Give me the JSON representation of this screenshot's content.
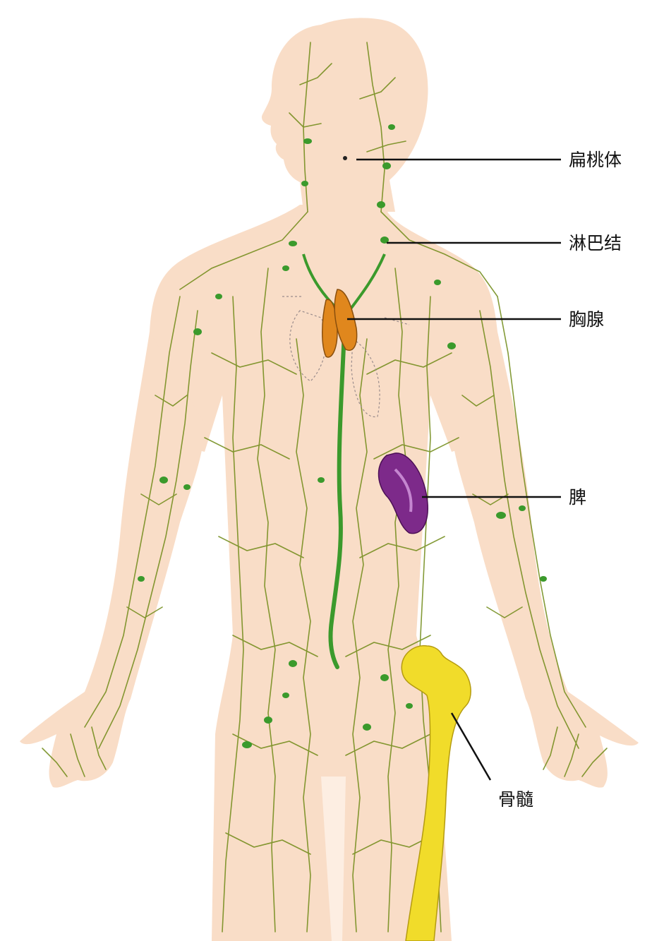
{
  "labels": {
    "tonsil": "扁桃体",
    "lymph_node": "淋巴结",
    "thymus": "胸腺",
    "spleen": "脾",
    "bone_marrow": "骨髓"
  },
  "colors": {
    "skin": "#f9ddc7",
    "lymph_vessel": "#6f8a16",
    "lymph_node": "#3b9a2c",
    "thymus": "#e0871d",
    "spleen": "#7d2a8a",
    "bone": "#f1dc2a",
    "leader_line": "#111111"
  }
}
